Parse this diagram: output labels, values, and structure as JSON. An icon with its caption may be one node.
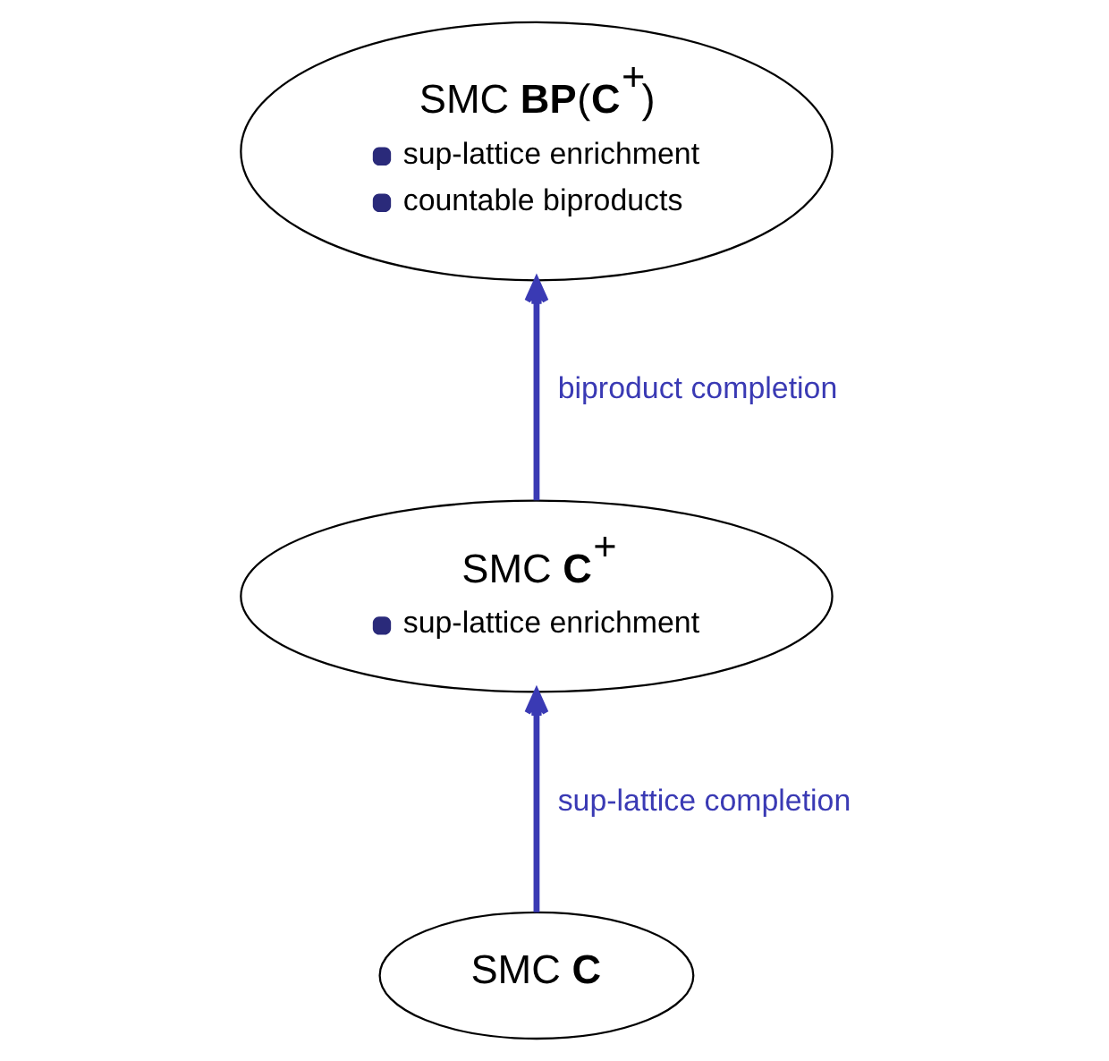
{
  "diagram": {
    "nodes": [
      {
        "text": [
          "SMC **BP**(**C**$^{+}$)",
          "sup-lattice enrichment",
          "countable biproducts"
        ]
      },
      {
        "text": [
          "SMC **C**$^{+}$",
          "sup-lattice enrichment"
        ]
      },
      {
        "text": [
          "SMC **C**"
        ]
      }
    ],
    "edges": [
      {
        "from": 2,
        "to": 1,
        "arrow": "to",
        "label": "sup-lattice completion"
      },
      {
        "from": 1,
        "to": 0,
        "arrow": "to",
        "label": "biproduct completion"
      }
    ]
  }
}
